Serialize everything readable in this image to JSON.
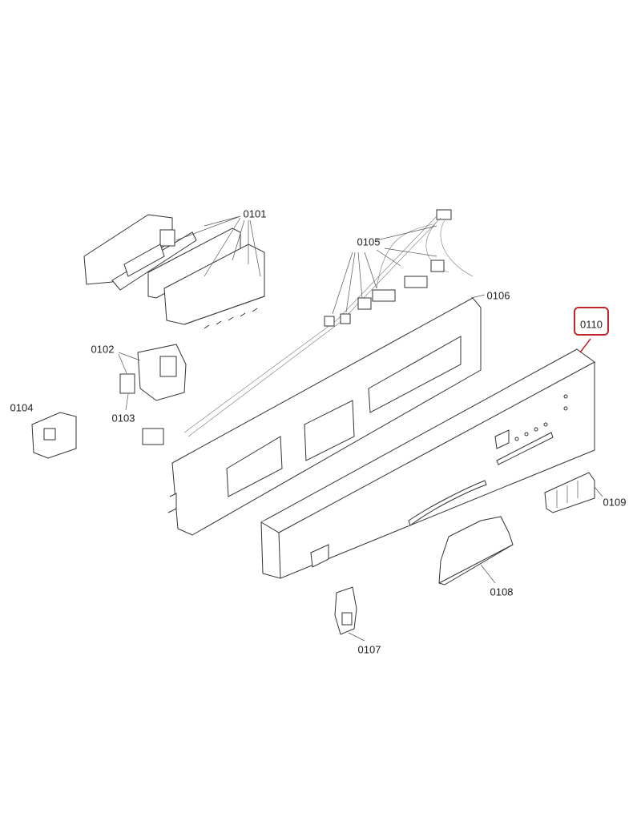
{
  "diagram": {
    "labels": {
      "p0101": "0101",
      "p0102": "0102",
      "p0103": "0103",
      "p0104": "0104",
      "p0105": "0105",
      "p0106": "0106",
      "p0107": "0107",
      "p0108": "0108",
      "p0109": "0109",
      "p0110": "0110"
    },
    "highlighted_part": "0110",
    "highlight_color": "#c0272d"
  }
}
